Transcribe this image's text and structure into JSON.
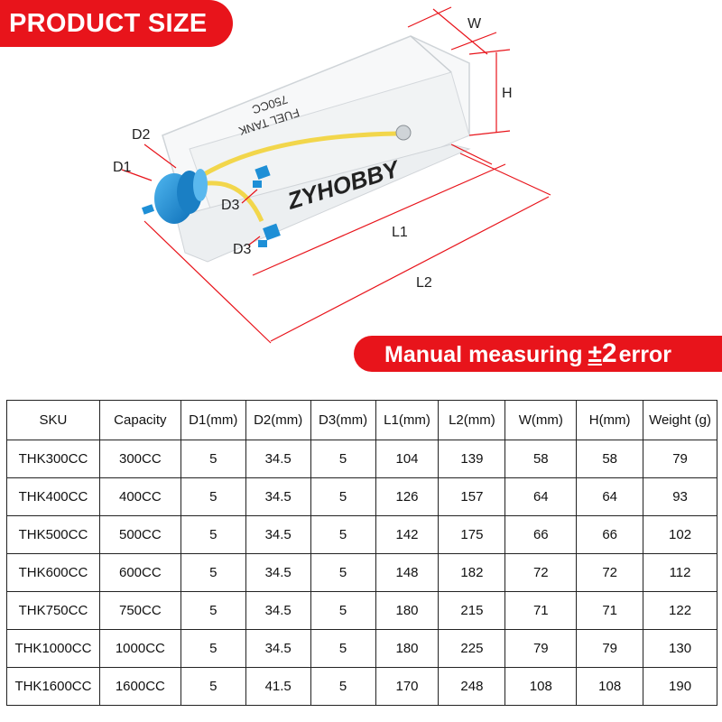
{
  "header": {
    "title": "PRODUCT SIZE"
  },
  "product": {
    "brand": "ZYHOBBY",
    "label_line1": "FUEL TANK",
    "label_line2": "750CC"
  },
  "dimension_labels": {
    "w": "W",
    "h": "H",
    "d1": "D1",
    "d2": "D2",
    "d3a": "D3",
    "d3b": "D3",
    "l1": "L1",
    "l2": "L2"
  },
  "note": {
    "prefix": "Manual measuring",
    "pm": "±",
    "num": "2",
    "suffix": "error"
  },
  "table": {
    "headers": [
      "SKU",
      "Capacity",
      "D1(mm)",
      "D2(mm)",
      "D3(mm)",
      "L1(mm)",
      "L2(mm)",
      "W(mm)",
      "H(mm)",
      "Weight (g)"
    ],
    "rows": [
      [
        "THK300CC",
        "300CC",
        "5",
        "34.5",
        "5",
        "104",
        "139",
        "58",
        "58",
        "79"
      ],
      [
        "THK400CC",
        "400CC",
        "5",
        "34.5",
        "5",
        "126",
        "157",
        "64",
        "64",
        "93"
      ],
      [
        "THK500CC",
        "500CC",
        "5",
        "34.5",
        "5",
        "142",
        "175",
        "66",
        "66",
        "102"
      ],
      [
        "THK600CC",
        "600CC",
        "5",
        "34.5",
        "5",
        "148",
        "182",
        "72",
        "72",
        "112"
      ],
      [
        "THK750CC",
        "750CC",
        "5",
        "34.5",
        "5",
        "180",
        "215",
        "71",
        "71",
        "122"
      ],
      [
        "THK1000CC",
        "1000CC",
        "5",
        "34.5",
        "5",
        "180",
        "225",
        "79",
        "79",
        "130"
      ],
      [
        "THK1600CC",
        "1600CC",
        "5",
        "41.5",
        "5",
        "170",
        "248",
        "108",
        "108",
        "190"
      ]
    ]
  },
  "colors": {
    "accent": "#e8141b",
    "cap": "#1e8fd6",
    "tube": "#f2d64b"
  }
}
